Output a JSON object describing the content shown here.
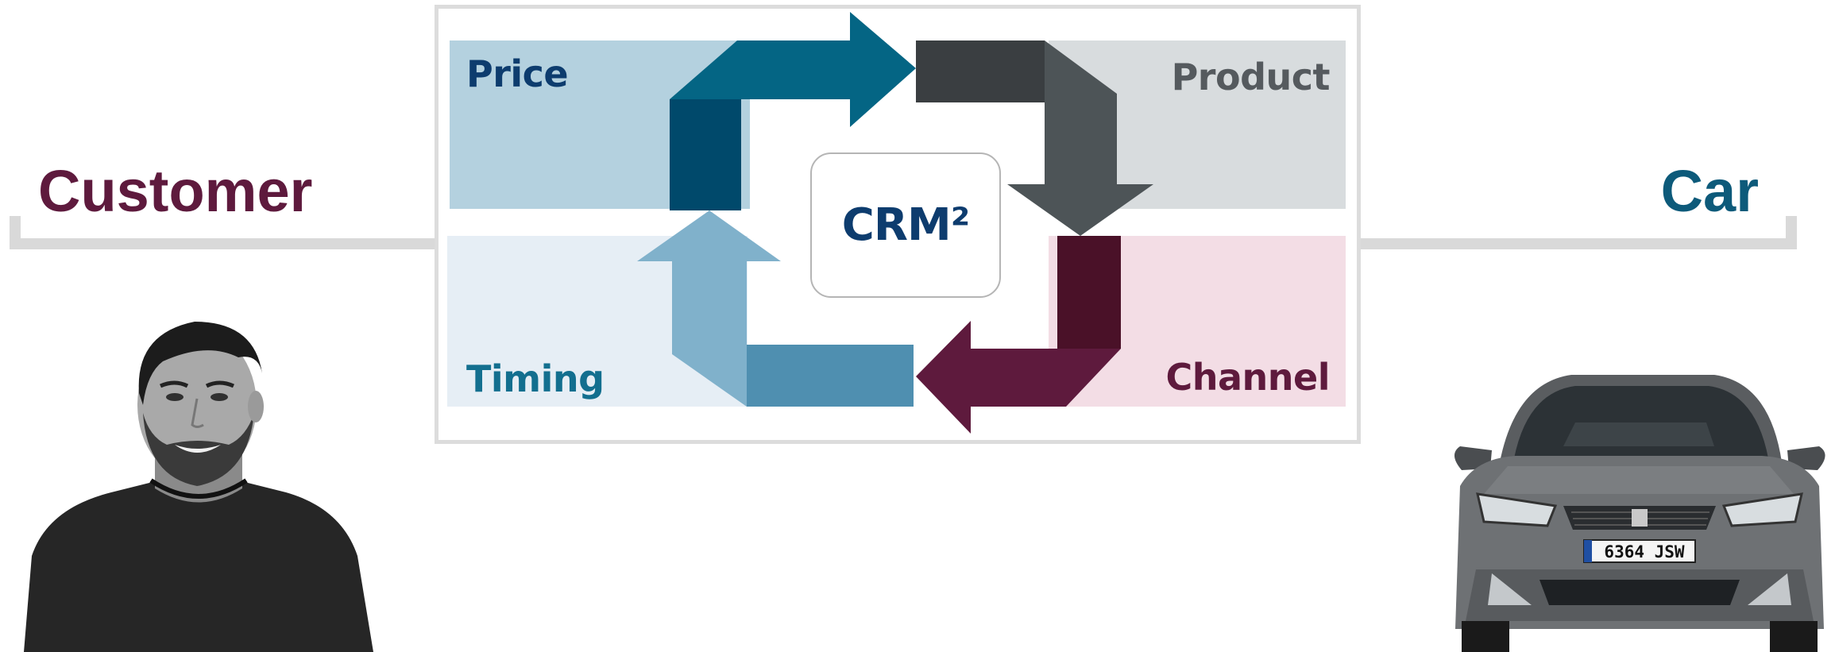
{
  "left_actor": {
    "title": "Customer"
  },
  "right_actor": {
    "title": "Car"
  },
  "center": {
    "label": "CRM²"
  },
  "quadrants": {
    "price": "Price",
    "product": "Product",
    "timing": "Timing",
    "channel": "Channel"
  },
  "car": {
    "plate": "6364 JSW"
  },
  "colors": {
    "customer_title": "#5e1a3d",
    "car_title": "#0d5a7a",
    "price_bg": "#b4d1df",
    "product_bg": "#d8dcde",
    "timing_bg": "#e6eef5",
    "channel_bg": "#f3dde5",
    "arrow_teal": "#046584",
    "arrow_dark": "#3a3e41",
    "arrow_maroon": "#5e1a3d",
    "arrow_light_blue": "#80b1cb"
  }
}
